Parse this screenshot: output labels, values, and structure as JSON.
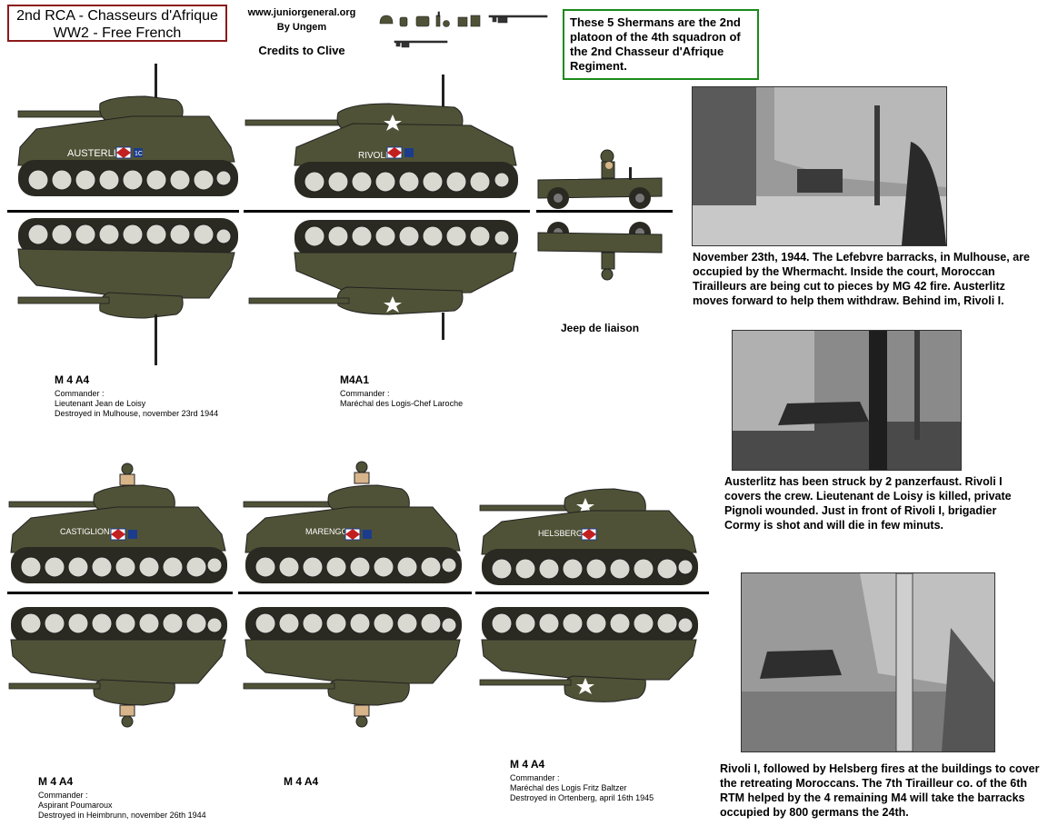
{
  "header": {
    "title_line1": "2nd RCA - Chasseurs d'Afrique",
    "title_line2": "WW2 - Free French",
    "site": "www.juniorgeneral.org",
    "author": "By Ungem",
    "credits": "Credits to Clive"
  },
  "note": "These 5 Shermans are the 2nd platoon of the 4th squadron of the 2nd Chasseur d'Afrique Regiment.",
  "tanks": [
    {
      "name": "AUSTERLITZ",
      "model": "M 4 A4",
      "line1": "Commander :",
      "line2": "Lieutenant Jean de Loisy",
      "line3": "Destroyed in Mulhouse, november 23rd 1944"
    },
    {
      "name": "RIVOLI",
      "model": "M4A1",
      "line1": "Commander :",
      "line2": "Maréchal des Logis-Chef Laroche",
      "line3": ""
    },
    {
      "name": "CASTIGLIONE",
      "model": "M 4 A4",
      "line1": "Commander :",
      "line2": "Aspirant Poumaroux",
      "line3": "Destroyed in Heimbrunn, november 26th 1944"
    },
    {
      "name": "MARENGO",
      "model": "M 4 A4",
      "line1": "",
      "line2": "",
      "line3": ""
    },
    {
      "name": "HELSBERG",
      "model": "M 4 A4",
      "line1": "Commander :",
      "line2": "Maréchal des Logis Fritz Baltzer",
      "line3": "Destroyed in Ortenberg, april 16th 1945"
    }
  ],
  "jeep_label": "Jeep de liaison",
  "unit_mark": "1C",
  "captions": [
    "November 23th, 1944. The Lefebvre barracks, in Mulhouse, are occupied by the Whermacht. Inside the court, Moroccan Tirailleurs are being cut to pieces by MG 42 fire. Austerlitz moves forward to help them withdraw. Behind im, Rivoli I.",
    "Austerlitz has been struck by 2 panzerfaust. Rivoli I covers the crew. Lieutenant de Loisy is killed, private Pignoli wounded. Just in front of Rivoli I, brigadier Cormy is shot and will die in few minuts.",
    "Rivoli I, followed by Helsberg fires at the buildings to cover the retreating Moroccans. The 7th Tirailleur co. of the 6th RTM helped by the 4 remaining M4 will take the barracks occupied by 800 germans the 24th."
  ],
  "colors": {
    "olive": "#4f5236",
    "olive_dark": "#363826",
    "track": "#2a2a22",
    "wheel": "#d9d9d2"
  }
}
